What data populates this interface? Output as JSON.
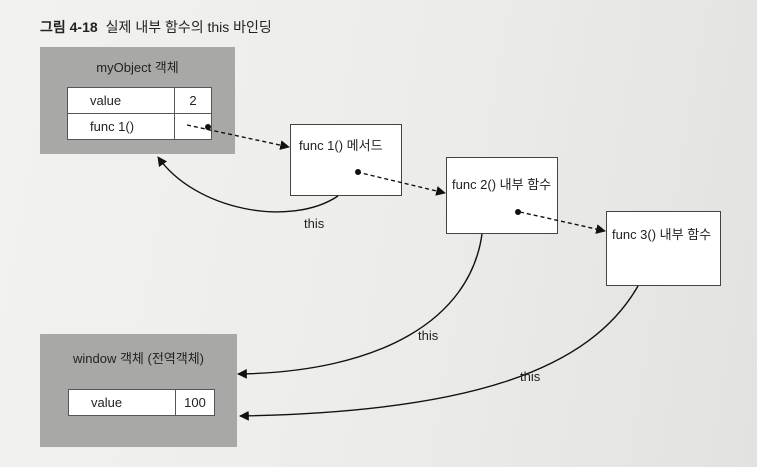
{
  "caption": {
    "number": "그림 4-18",
    "text": "실제 내부 함수의 this 바인딩"
  },
  "my_object": {
    "title": "myObject 객체",
    "rows": [
      {
        "name": "value",
        "value": "2"
      },
      {
        "name": "func 1()",
        "value": ""
      }
    ]
  },
  "window_object": {
    "title": "window 객체 (전역객체)",
    "rows": [
      {
        "name": "value",
        "value": "100"
      }
    ]
  },
  "functions": {
    "func1": "func 1() 메서드",
    "func2": "func 2() 내부 함수",
    "func3": "func 3() 내부 함수"
  },
  "edge_labels": {
    "func1_this": "this",
    "func2_this": "this",
    "func3_this": "this"
  },
  "colors": {
    "object_box": "#a8a8a6",
    "line": "#111111"
  }
}
